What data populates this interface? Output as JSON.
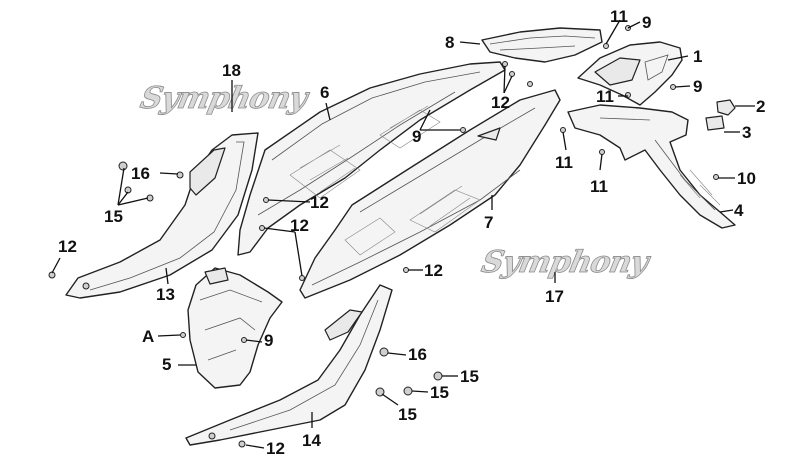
{
  "diagram": {
    "brand_text": "Symphony",
    "labels": [
      "1",
      "2",
      "3",
      "4",
      "5",
      "6",
      "7",
      "8",
      "9",
      "10",
      "11",
      "12",
      "13",
      "14",
      "15",
      "16",
      "17",
      "18",
      "A"
    ]
  }
}
